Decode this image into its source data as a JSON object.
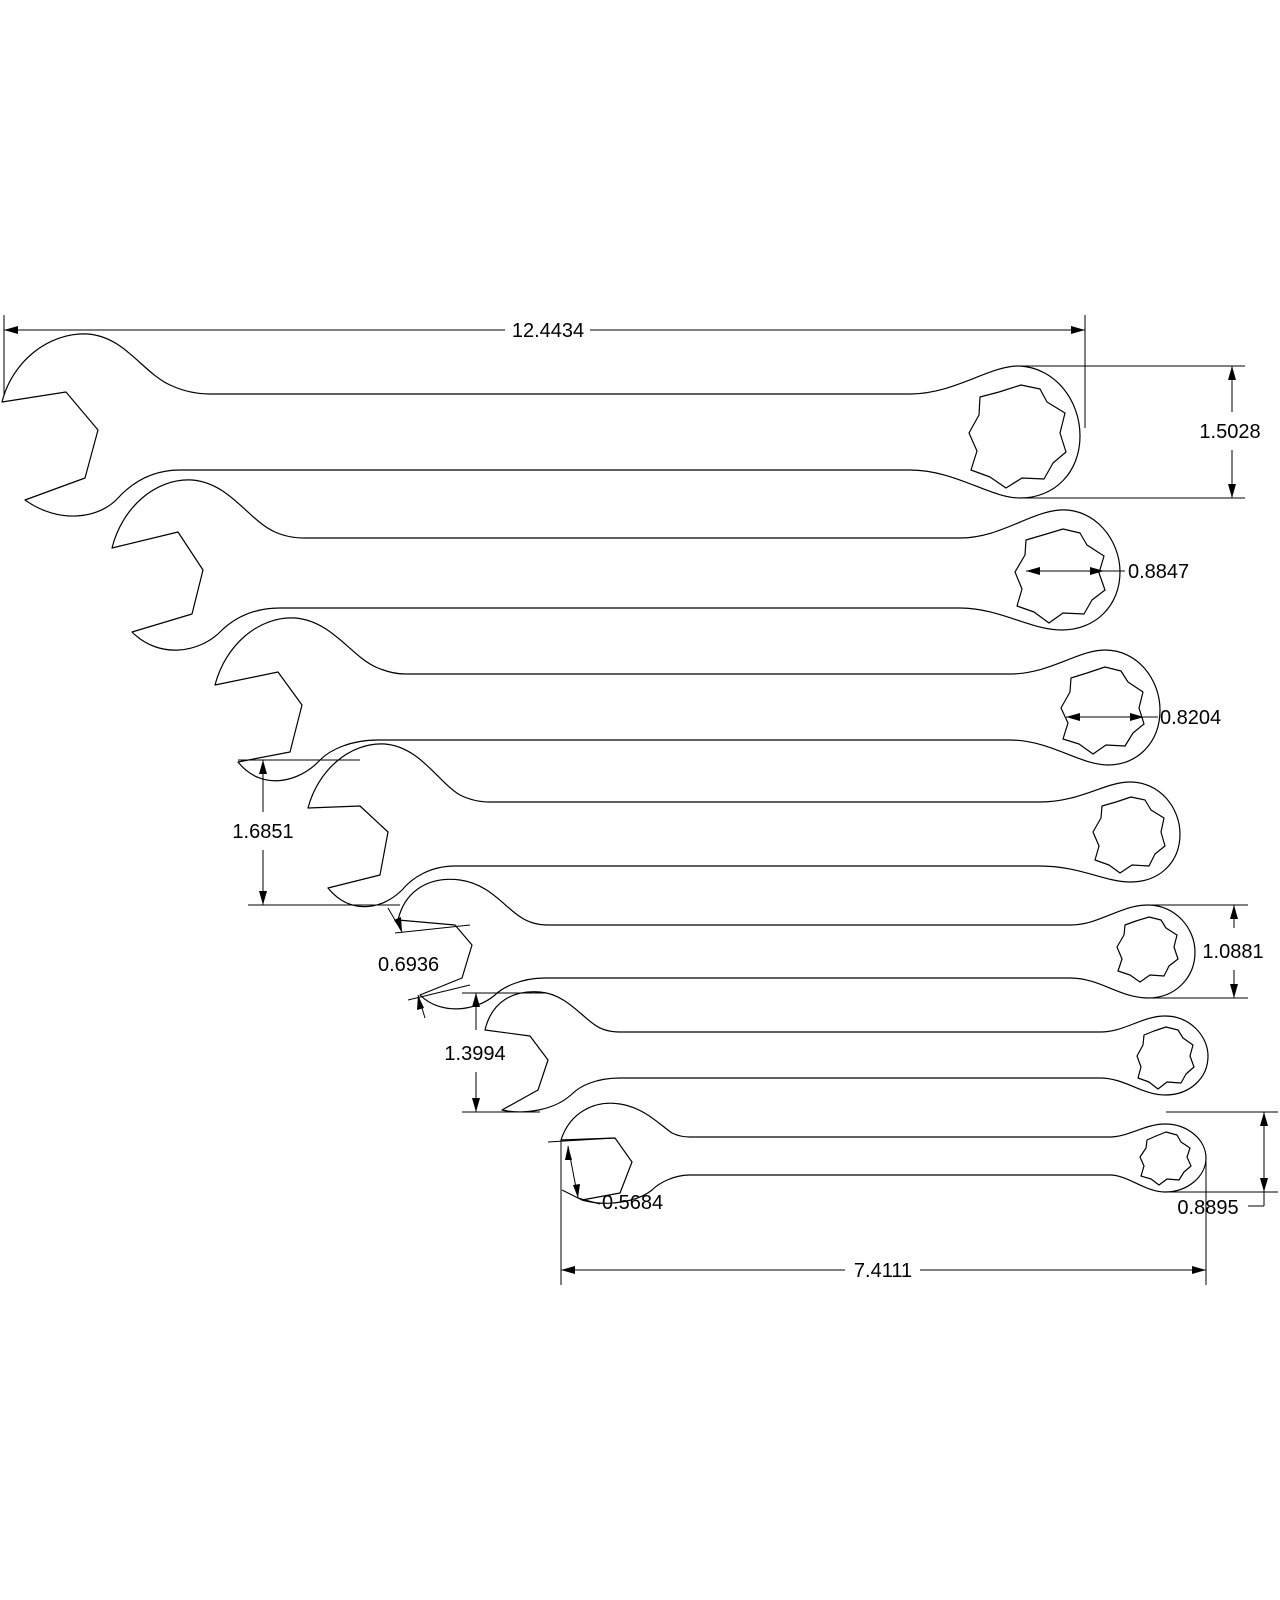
{
  "dimensions": {
    "overall_length_large": "12.4434",
    "ring_height_1": "1.5028",
    "ring_width_2": "0.8847",
    "ring_width_3": "0.8204",
    "jaw_height_4": "1.6851",
    "jaw_opening_5": "0.6936",
    "ring_height_5": "1.0881",
    "jaw_height_6": "1.3994",
    "jaw_opening_7": "0.5684",
    "ring_height_7": "0.8895",
    "overall_length_small": "7.4111"
  }
}
